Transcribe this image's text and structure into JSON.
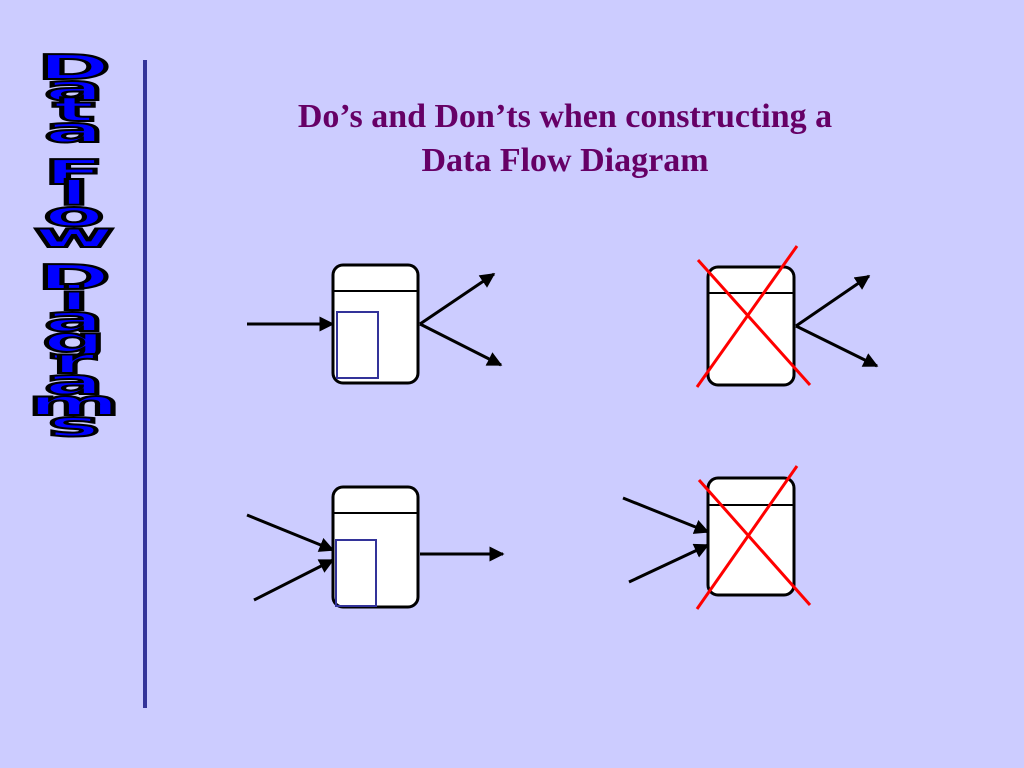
{
  "sidebar": {
    "title": "Data Flow Diagrams"
  },
  "slide": {
    "title_line1": "Do’s and Don’ts when constructing a",
    "title_line2": "Data Flow Diagram"
  },
  "colors": {
    "background": "#ccccff",
    "title": "#660066",
    "sidebar_fill": "#0000ff",
    "divider": "#333399",
    "cross": "#ff0000",
    "box_outline": "#000000",
    "inner_rect": "#333399"
  }
}
